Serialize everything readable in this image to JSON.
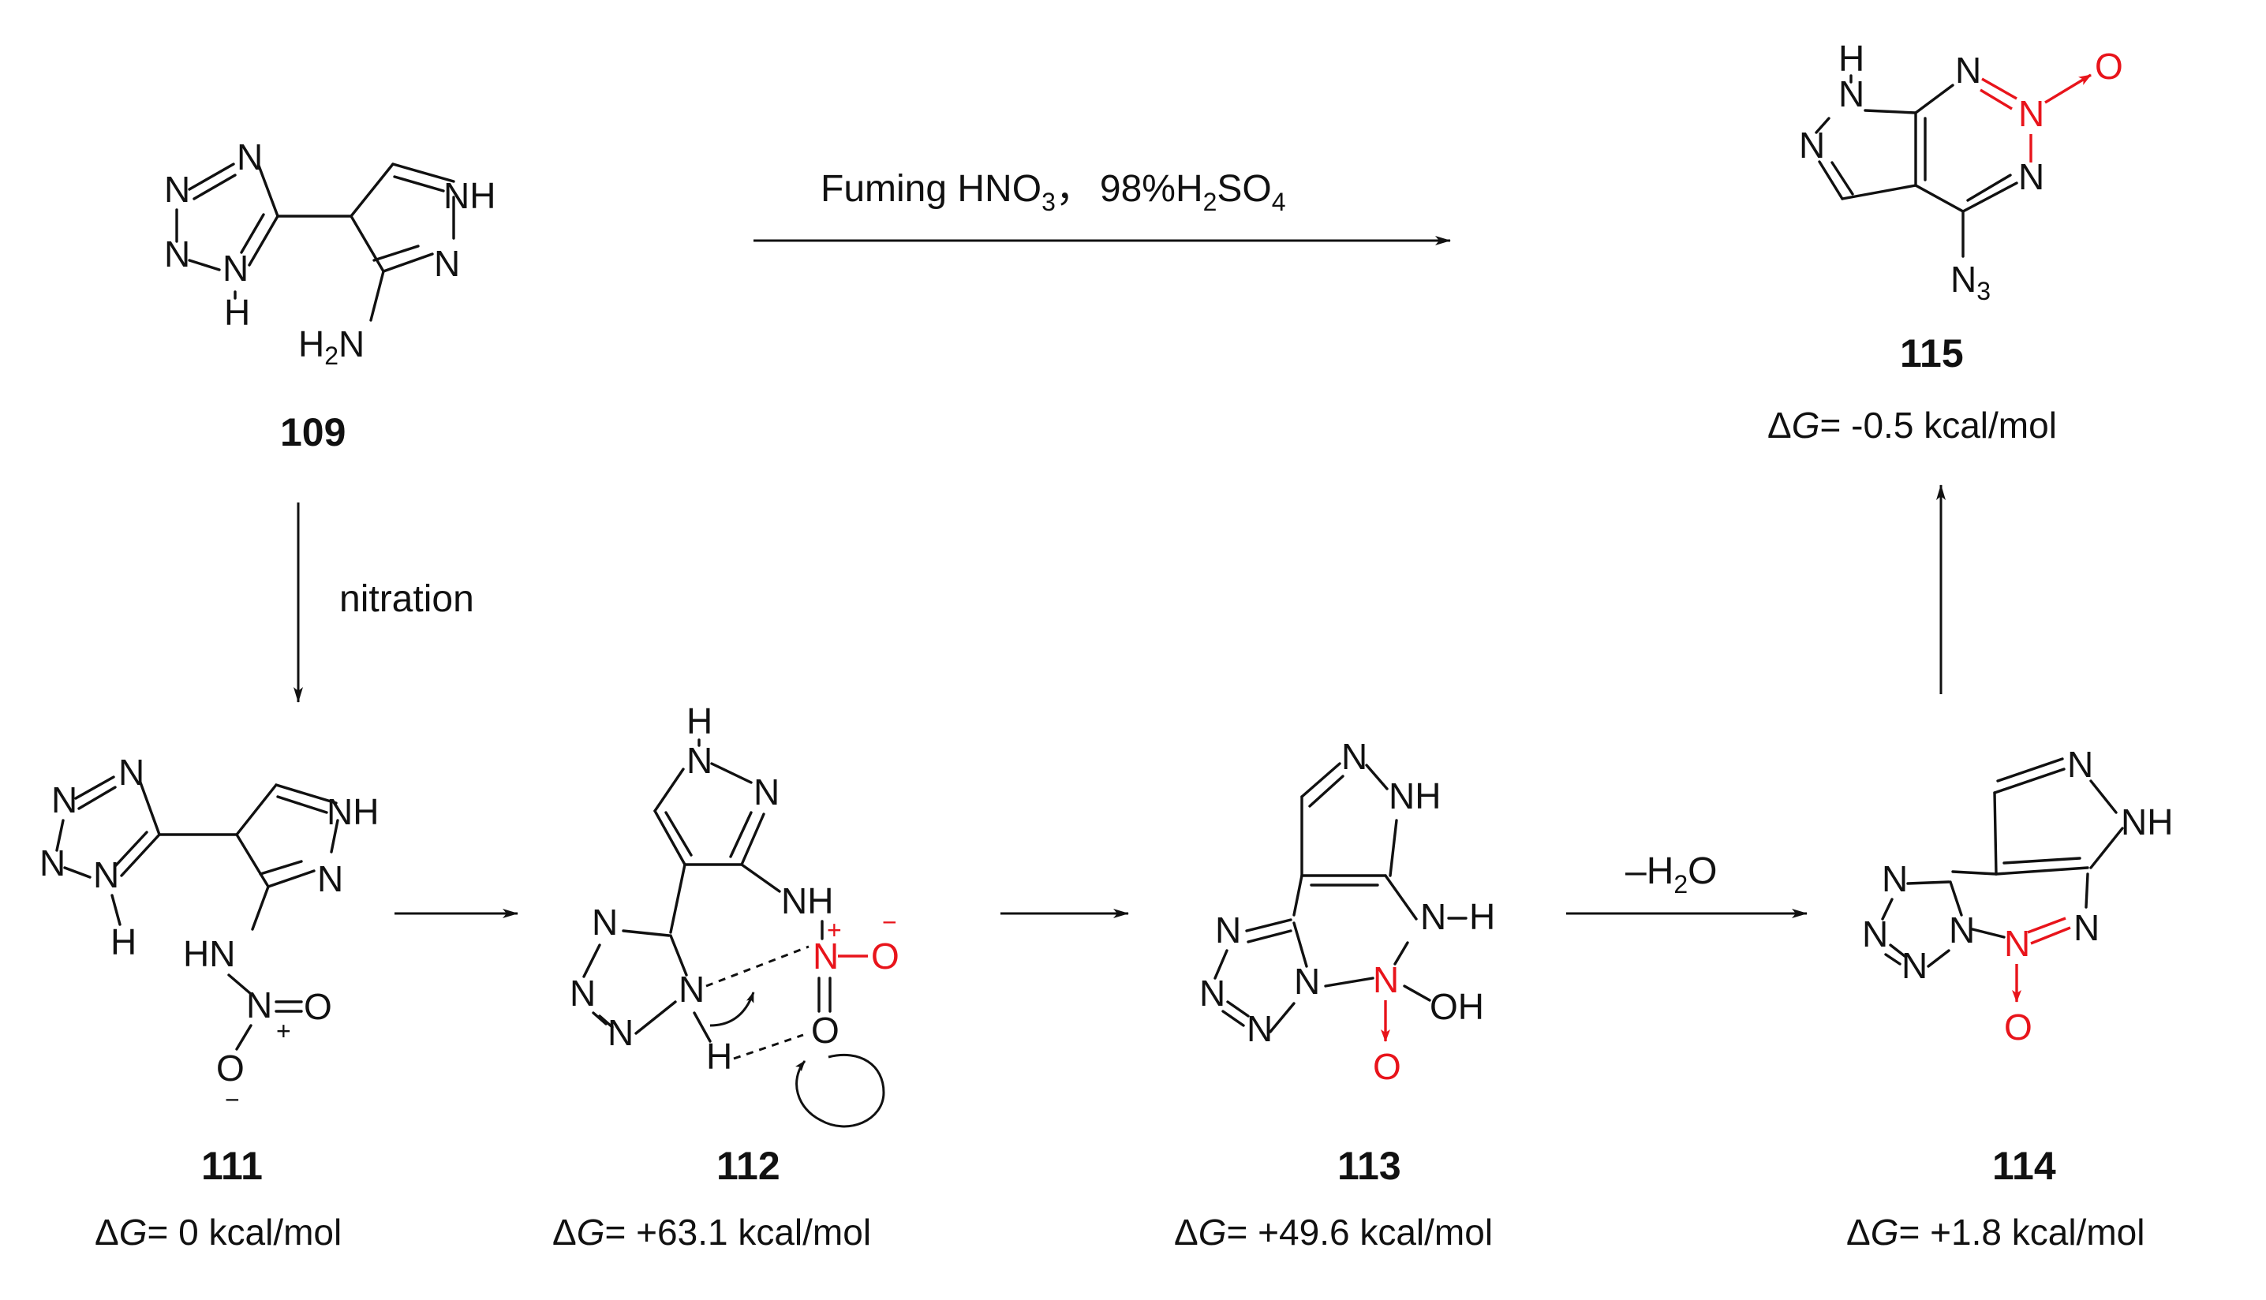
{
  "colors": {
    "ink": "#111111",
    "highlight": "#e8141b"
  },
  "atoms": {
    "N": "N",
    "H": "H",
    "O": "O",
    "NH": "NH",
    "HN": "HN",
    "H2N": "H",
    "N3": "N",
    "OH": "OH"
  },
  "subscripts": {
    "two": "2",
    "three": "3"
  },
  "charges": {
    "plus": "+",
    "minus": "−"
  },
  "compounds": [
    {
      "id": "c109",
      "number": "109",
      "energy": ""
    },
    {
      "id": "c111",
      "number": "111",
      "energy": "ΔG= 0 kcal/mol"
    },
    {
      "id": "c112",
      "number": "112",
      "energy": "ΔG= +63.1 kcal/mol"
    },
    {
      "id": "c113",
      "number": "113",
      "energy": "ΔG= +49.6 kcal/mol"
    },
    {
      "id": "c114",
      "number": "114",
      "energy": "ΔG= +1.8 kcal/mol"
    },
    {
      "id": "c115",
      "number": "115",
      "energy": "ΔG= -0.5 kcal/mol"
    }
  ],
  "energy_parts": {
    "c111": {
      "delta": "Δ",
      "g": "G",
      "rest": "= 0 kcal/mol"
    },
    "c112": {
      "delta": "Δ",
      "g": "G",
      "rest": "= +63.1 kcal/mol"
    },
    "c113": {
      "delta": "Δ",
      "g": "G",
      "rest": "= +49.6 kcal/mol"
    },
    "c114": {
      "delta": "Δ",
      "g": "G",
      "rest": "= +1.8 kcal/mol"
    },
    "c115": {
      "delta": "Δ",
      "g": "G",
      "rest": "= -0.5 kcal/mol"
    }
  },
  "reactions": {
    "direct": {
      "reagent_a": "Fuming HNO",
      "sub_a": "3",
      "sep": "，",
      "reagent_b": "98%H",
      "sub_b1": "2",
      "reagent_b2": "SO",
      "sub_b2": "4"
    },
    "nitration": {
      "label": "nitration"
    },
    "dehydration": {
      "label_a": "–H",
      "sub": "2",
      "label_b": "O"
    }
  }
}
